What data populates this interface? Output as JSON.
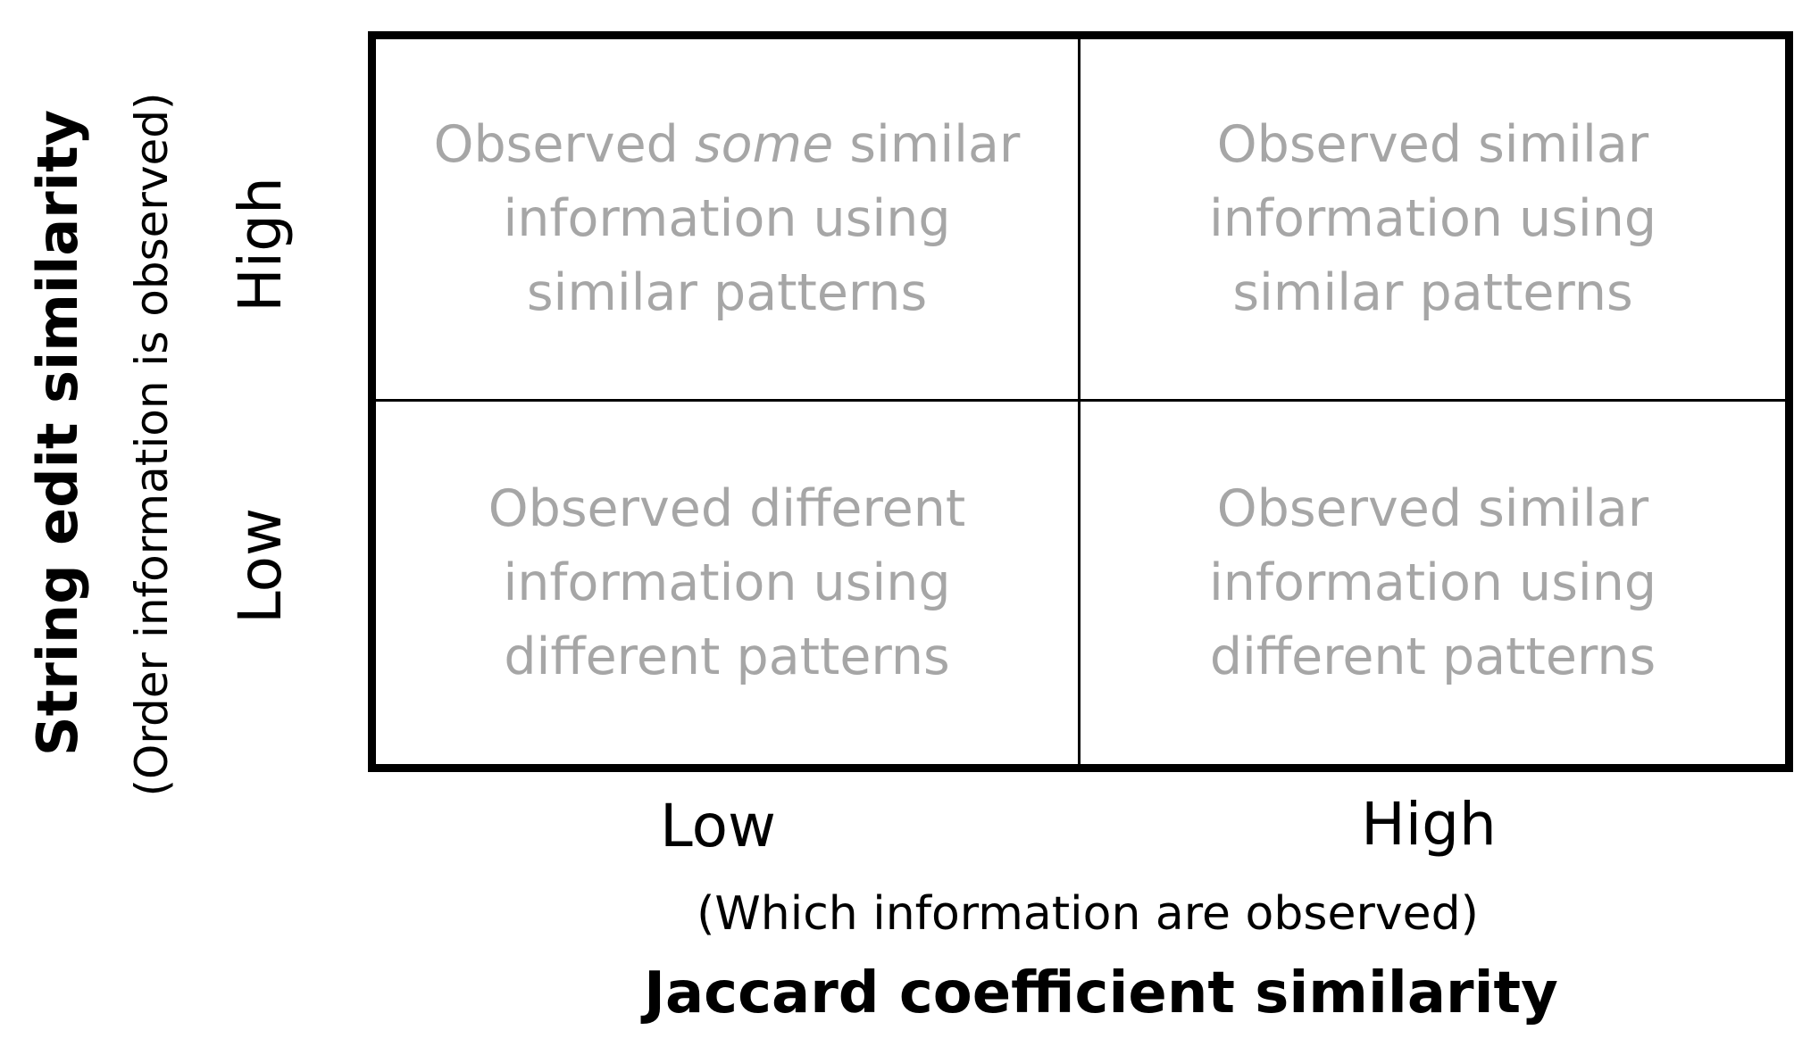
{
  "y_axis": {
    "title": "String edit similarity",
    "subtitle": "(Order information is observed)",
    "ticks": [
      "High",
      "Low"
    ]
  },
  "x_axis": {
    "title": "Jaccard coefficient similarity",
    "subtitle": "(Which information are observed)",
    "ticks": [
      "Low",
      "High"
    ]
  },
  "cells": {
    "high_low": {
      "line1_pre": "Observed ",
      "line1_em": "some",
      "line1_post": " similar",
      "line2": "information using",
      "line3": "similar patterns"
    },
    "high_high": {
      "line1": "Observed similar",
      "line2": "information using",
      "line3": "similar patterns"
    },
    "low_low": {
      "line1": "Observed different",
      "line2": "information using",
      "line3": "different patterns"
    },
    "low_high": {
      "line1": "Observed similar",
      "line2": "information using",
      "line3": "different patterns"
    }
  },
  "colors": {
    "cell_text": "#a6a6a6",
    "grid_border": "#000000"
  }
}
